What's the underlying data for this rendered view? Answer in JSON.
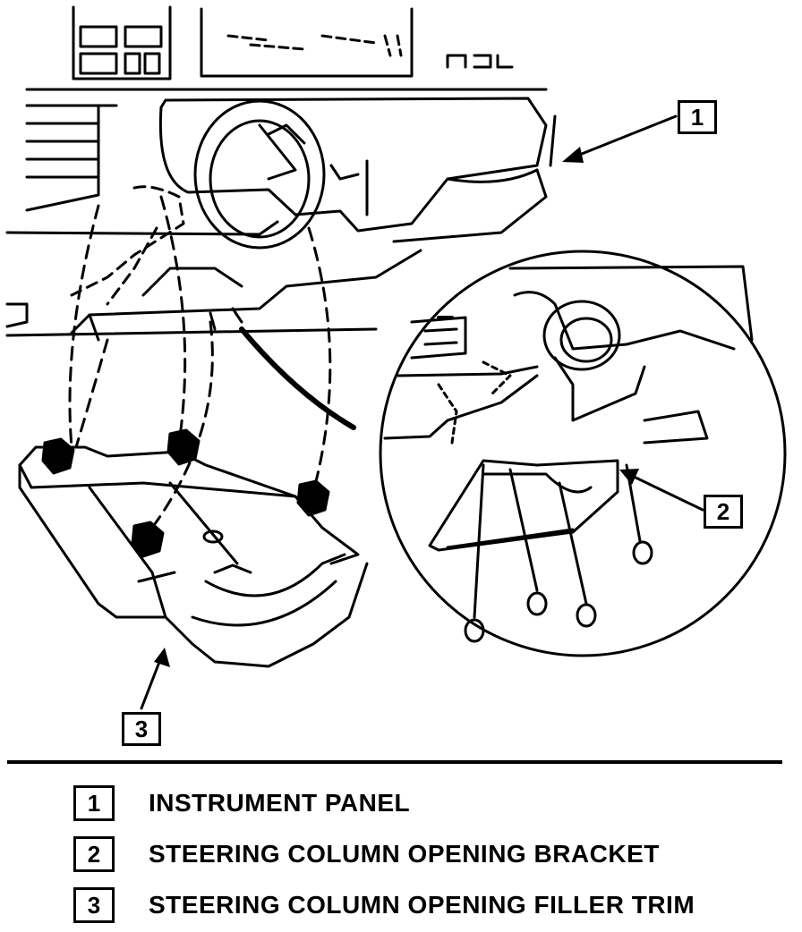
{
  "callouts": [
    {
      "number": "1"
    },
    {
      "number": "2"
    },
    {
      "number": "3"
    }
  ],
  "legend": [
    {
      "number": "1",
      "label": "INSTRUMENT PANEL"
    },
    {
      "number": "2",
      "label": "STEERING COLUMN OPENING BRACKET"
    },
    {
      "number": "3",
      "label": "STEERING COLUMN OPENING FILLER TRIM"
    }
  ]
}
